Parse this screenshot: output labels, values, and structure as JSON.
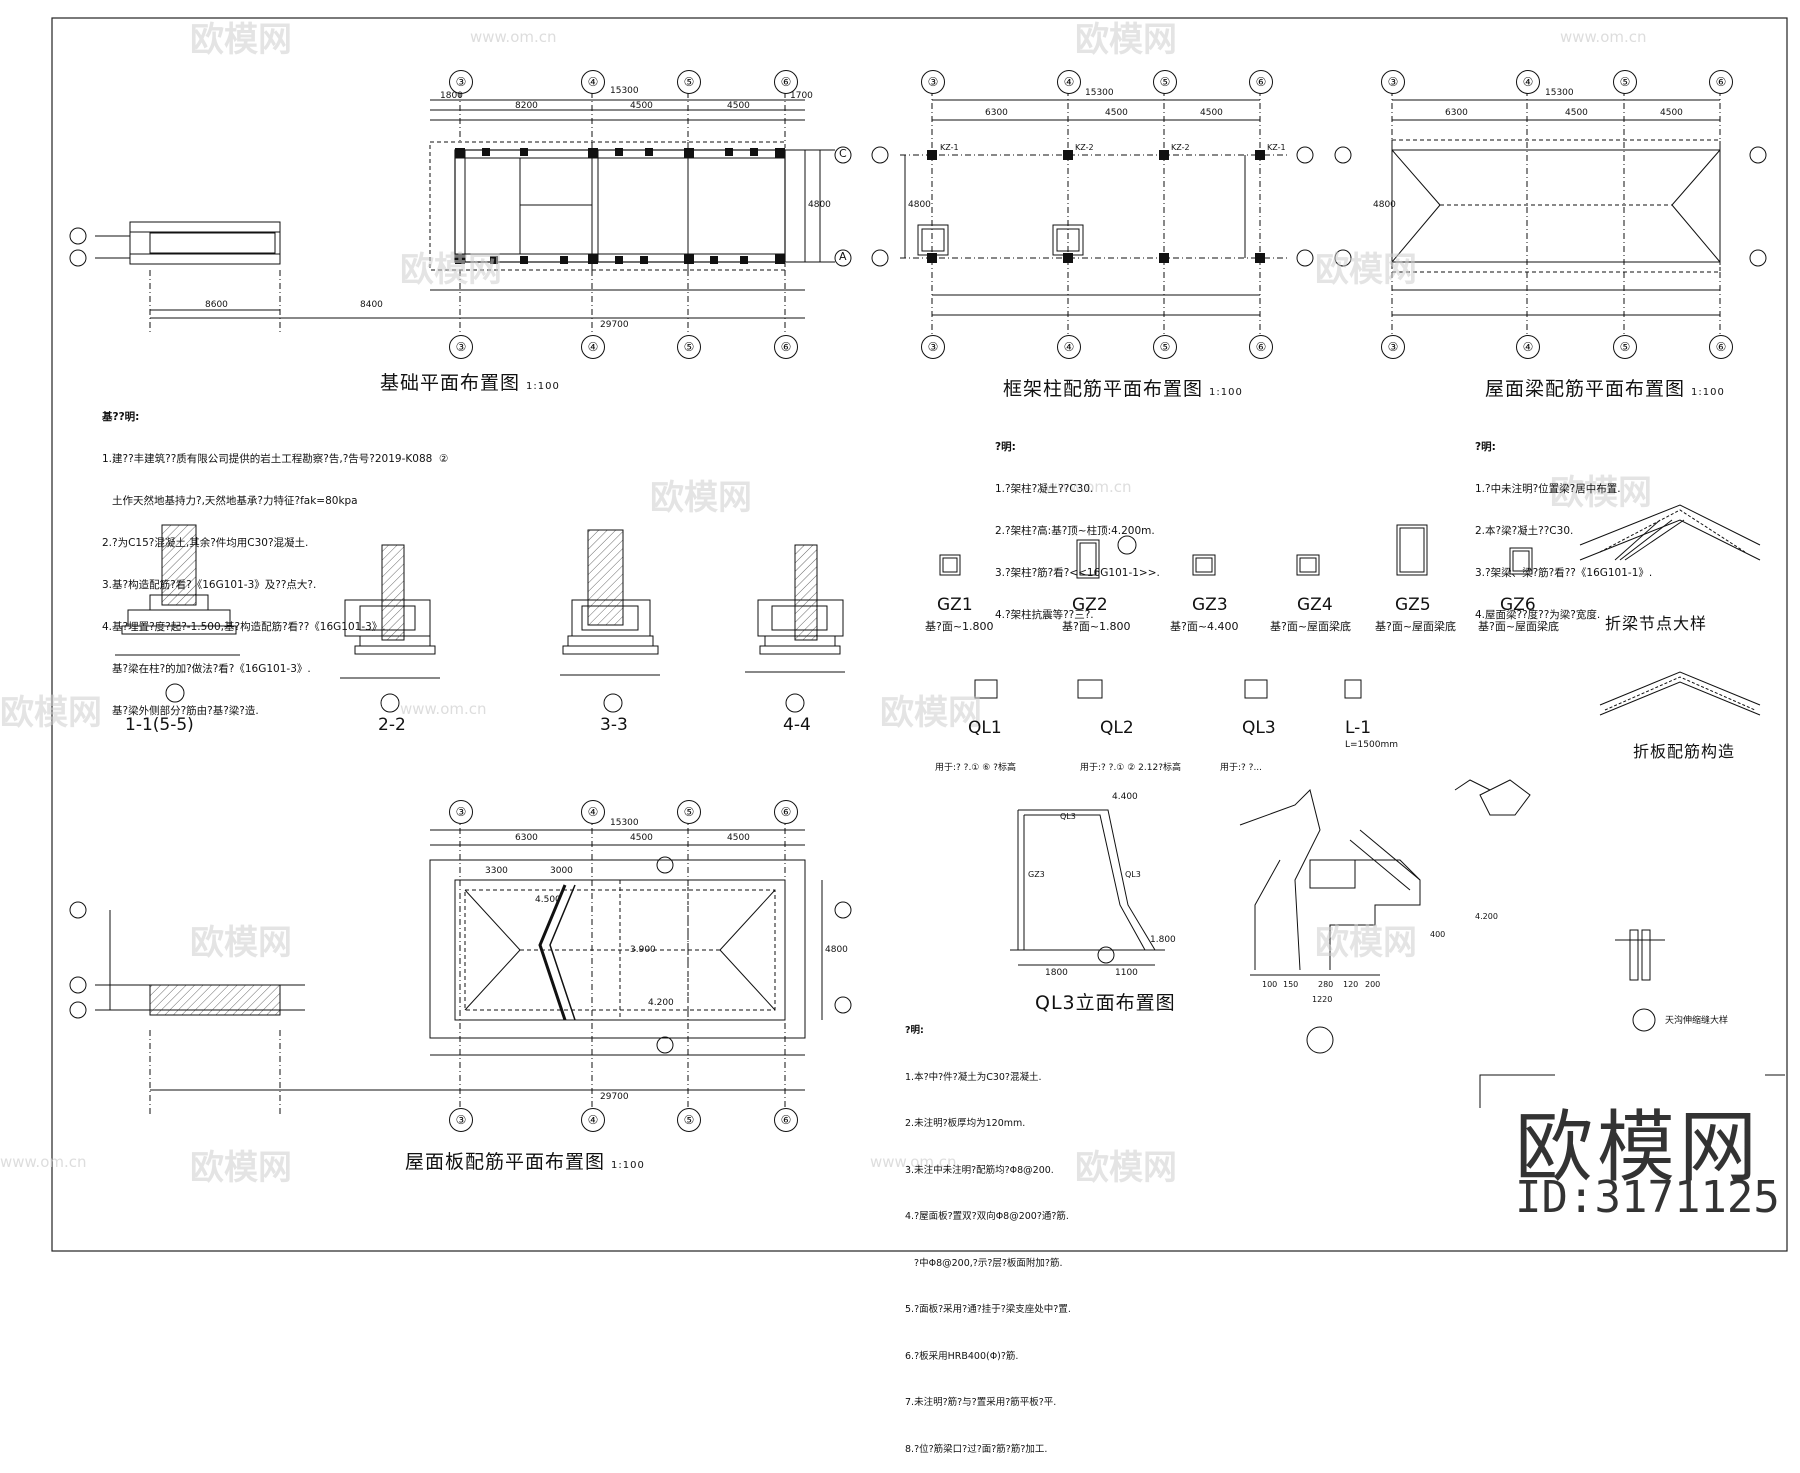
{
  "titles": {
    "foundation": "基础平面布置图",
    "frame_column": "框架柱配筋平面布置图",
    "roof_beam": "屋面梁配筋平面布置图",
    "roof_slab": "屋面板配筋平面布置图",
    "ql3": "QL3立面布置图",
    "fold_beam": "折梁节点大样",
    "fold_slab": "折板配筋构造",
    "scale": "1:100",
    "detail2_caption": "天沟伸缩缝大样"
  },
  "sections": [
    "1-1(5-5)",
    "2-2",
    "3-3",
    "4-4"
  ],
  "gz_items": [
    {
      "name": "GZ1",
      "sub": "基?面~1.800"
    },
    {
      "name": "GZ2",
      "sub": "基?面~1.800"
    },
    {
      "name": "GZ3",
      "sub": "基?面~4.400"
    },
    {
      "name": "GZ4",
      "sub": "基?面~屋面梁底"
    },
    {
      "name": "GZ5",
      "sub": "基?面~屋面梁底"
    },
    {
      "name": "GZ6",
      "sub": "基?面~屋面梁底"
    }
  ],
  "ql_items": [
    {
      "name": "QL1",
      "note": "用于:?  ?.①  ⑥ ?标高"
    },
    {
      "name": "QL2",
      "note": "用于:?  ?.①  ② 2.12?标高"
    },
    {
      "name": "QL3",
      "note": "用于:?  ?..."
    },
    {
      "name": "L-1",
      "note": "L=1500mm"
    }
  ],
  "notes": {
    "foundation_head": "基??明:",
    "foundation": [
      "1.建??丰建筑??质有限公司提供的岩土工程勘察?告,?告号?2019-K088  ②",
      "   土作天然地基持力?,天然地基承?力特征?fak=80kpa",
      "2.?为C15?混凝土,其余?件均用C30?混凝土.",
      "3.基?构造配筋?看?《16G101-3》及??点大?.",
      "4.基?埋置?度?起?-1.500,基?构造配筋?看??《16G101-3》.",
      "   基?梁在柱?的加?做法?看?《16G101-3》.",
      "   基?梁外侧部分?筋由?基?梁?造."
    ],
    "frame_head": "?明:",
    "frame": [
      "1.?架柱?凝土??C30.",
      "2.?架柱?高:基?顶~柱顶:4.200m.",
      "3.?架柱?筋?看?<<16G101-1>>.",
      "4.?架柱抗震等??三?."
    ],
    "roof_head": "?明:",
    "roof": [
      "1.?中未注明?位置梁?居中布置.",
      "2.本?梁?凝土??C30.",
      "3.?架梁、梁?筋?看??《16G101-1》.",
      "4.屋面梁??度??为梁?宽度."
    ],
    "slab_head": "?明:",
    "slab": [
      "1.本?中?件?凝土为C30?混凝土.",
      "2.未注明?板厚均为120mm.",
      "3.未注中未注明?配筋均?Φ8@200.",
      "4.?屋面板?置双?双向Φ8@200?通?筋.",
      "   ?中Φ8@200,?示?层?板面附加?筋.",
      "5.?面板?采用?通?挂于?梁支座处中?置.",
      "6.?板采用HRB400(Φ)?筋.",
      "7.未注明?筋?与?置采用?筋平板?平.",
      "8.?位?筋梁口?过?面?筋?筋?加工."
    ]
  },
  "plan_foundation": {
    "top_dims": [
      "1800",
      "15300",
      "1700"
    ],
    "sub_dims": [
      "8200",
      "4500",
      "4500"
    ],
    "bottom_total": "29700",
    "left_dims": [
      "8600",
      "8400"
    ],
    "height": "4800",
    "axes_h": [
      "③",
      "④",
      "⑤",
      "⑥"
    ],
    "axes_v": [
      "C",
      "A"
    ]
  },
  "plan_frame": {
    "top_total": "15300",
    "spans": [
      "6300",
      "4500",
      "4500"
    ],
    "height": "4800",
    "columns": [
      "KZ-1",
      "KZ-2",
      "KZ-2",
      "KZ-1"
    ]
  },
  "plan_roof": {
    "top_total": "15300",
    "spans": [
      "6300",
      "4500",
      "4500"
    ],
    "height": "4800"
  },
  "plan_slab": {
    "top_total": "15300",
    "spans": [
      "6300",
      "4500",
      "4500"
    ],
    "height": "4800",
    "bottom_total": "29700",
    "labels": [
      "3300",
      "3000",
      "4.200",
      "3.900",
      "4.500"
    ]
  },
  "ql3_elev": {
    "levels": [
      "4.400",
      "1.800"
    ],
    "dims": [
      "1800",
      "1100"
    ],
    "tags": [
      "QL3",
      "GZ3",
      "QL3"
    ]
  },
  "detail1": {
    "dims": [
      "100",
      "150",
      "280",
      "120",
      "200",
      "1220"
    ],
    "levels": [
      "4.200",
      "400"
    ]
  },
  "brand": {
    "name": "欧模网",
    "id": "ID:3171125",
    "wm_name": "欧模网",
    "wm_url": "www.om.cn"
  }
}
